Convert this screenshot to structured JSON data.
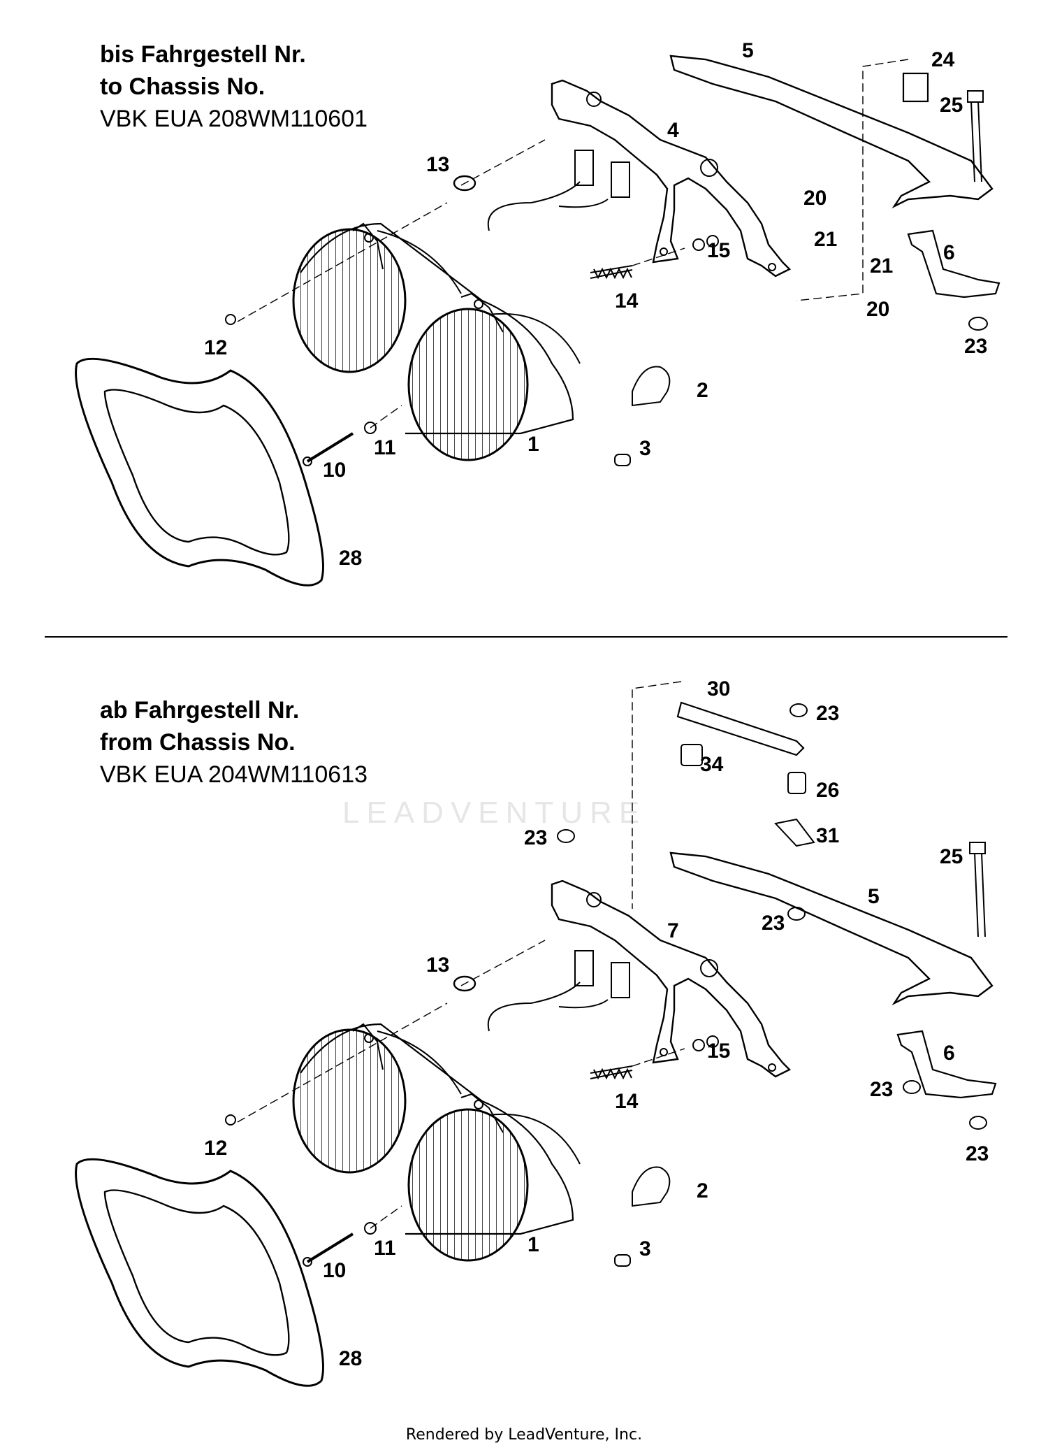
{
  "sections": [
    {
      "heading_line1": "bis Fahrgestell Nr.",
      "heading_line2": "to Chassis No.",
      "heading_line3": "VBK EUA 208WM110601",
      "callouts": [
        "1",
        "2",
        "3",
        "4",
        "5",
        "6",
        "10",
        "11",
        "12",
        "13",
        "14",
        "15",
        "20",
        "20",
        "21",
        "21",
        "23",
        "24",
        "25",
        "28"
      ]
    },
    {
      "heading_line1": "ab Fahrgestell Nr.",
      "heading_line2": "from Chassis No.",
      "heading_line3": "VBK EUA 204WM110613",
      "callouts": [
        "1",
        "2",
        "3",
        "5",
        "6",
        "7",
        "10",
        "11",
        "12",
        "13",
        "14",
        "15",
        "23",
        "23",
        "23",
        "23",
        "23",
        "25",
        "26",
        "28",
        "30",
        "31",
        "34"
      ]
    }
  ],
  "watermark": "LEADVENTURE",
  "footer": "Rendered by LeadVenture, Inc."
}
